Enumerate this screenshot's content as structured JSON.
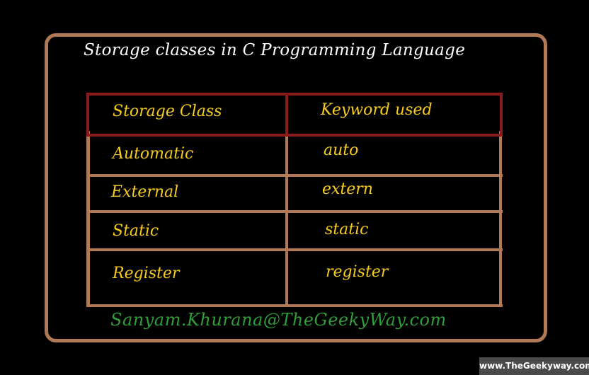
{
  "title": "Storage classes in C Programming Language",
  "table": {
    "headers": [
      "Storage Class",
      "Keyword used"
    ],
    "rows": [
      [
        "Automatic",
        "auto"
      ],
      [
        "External",
        "extern"
      ],
      [
        "Static",
        "static"
      ],
      [
        "Register",
        "register"
      ]
    ]
  },
  "footer_email": "Sanyam.Khurana@TheGeekyWay.com",
  "watermark": "www.TheGeekyway.com",
  "colors": {
    "background": "#000000",
    "frame": "#b07a57",
    "header_border": "#8b1a1a",
    "cell_text": "#f5cc1e",
    "email_text": "#2f9e3a"
  }
}
